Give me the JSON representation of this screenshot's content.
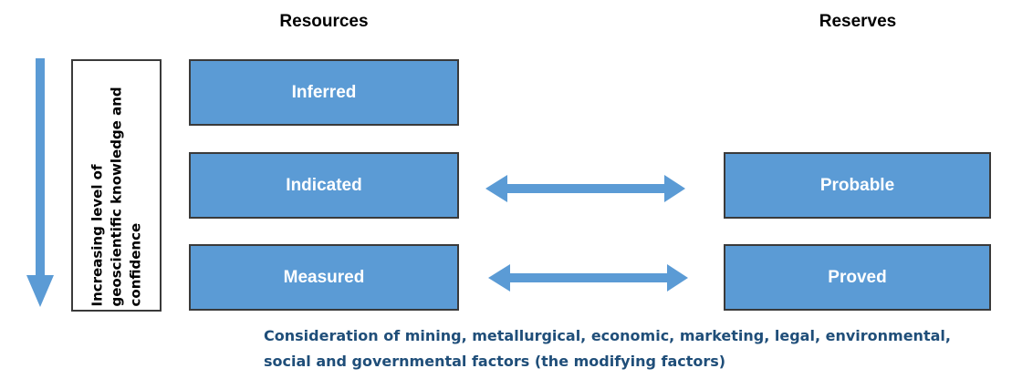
{
  "headings": {
    "resources": "Resources",
    "reserves": "Reserves"
  },
  "resources": {
    "inferred": "Inferred",
    "indicated": "Indicated",
    "measured": "Measured"
  },
  "reserves": {
    "probable": "Probable",
    "proved": "Proved"
  },
  "side_label": "Increasing level of geoscientific knowledge and confidence",
  "footnote": "Consideration of mining, metallurgical, economic, marketing, legal, environmental, social and governmental factors (the modifying factors)",
  "colors": {
    "box_fill": "#5b9bd5",
    "box_border": "#3a3a3a",
    "footnote_text": "#1f4e79"
  }
}
